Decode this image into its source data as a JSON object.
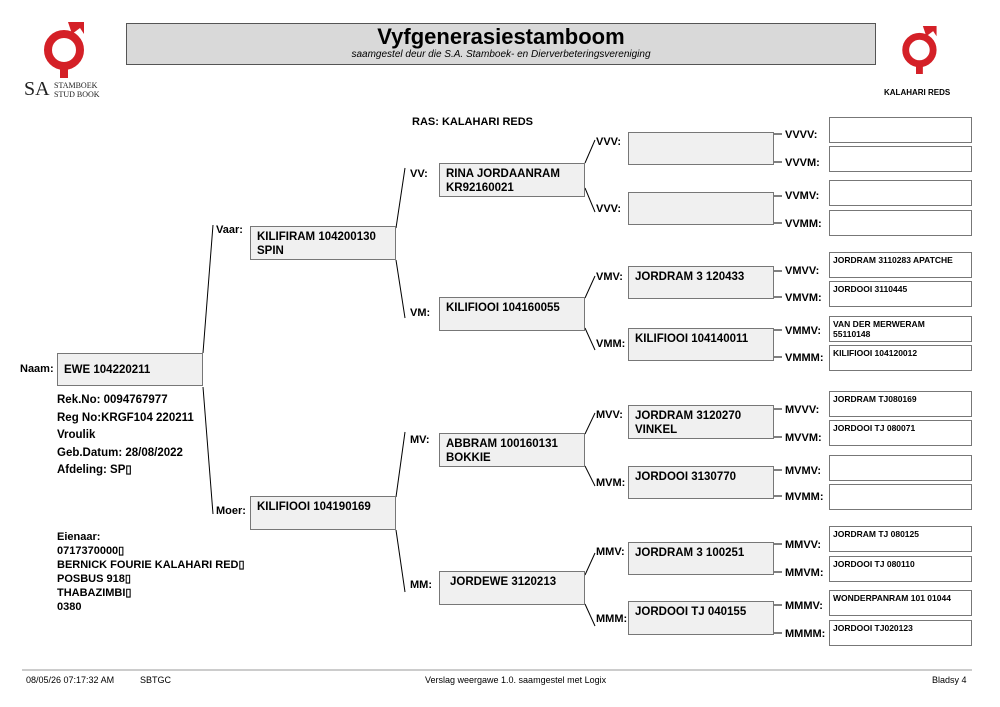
{
  "header": {
    "title": "Vyfgenerasiestamboom",
    "subtitle": "saamgestel deur die S.A. Stamboek- en Dierverbeteringsvereniging",
    "left_logo_text_sa": "SA",
    "left_logo_text_1": "STAMBOEK",
    "left_logo_text_2": "STUD BOOK",
    "right_logo_text": "KALAHARI REDS",
    "logo_color": "#d42027"
  },
  "breed": "RAS: KALAHARI REDS",
  "animal": {
    "label": "Naam:",
    "name": "EWE 104220211",
    "rek_no": "Rek.No: 0094767977",
    "reg_no": "Reg No:KRGF104 220211",
    "sex": "Vroulik",
    "birth_date": "Geb.Datum: 28/08/2022",
    "department": "Afdeling: SP▯"
  },
  "owner": {
    "heading": "Eienaar:",
    "phone": "0717370000▯",
    "name": "BERNICK FOURIE KALAHARI RED▯",
    "postal": "POSBUS 918▯",
    "town": "THABAZIMBI▯",
    "code": "0380"
  },
  "gen1": {
    "vaar": {
      "label": "Vaar:",
      "text": "KILIFIRAM 104200130\nSPIN"
    },
    "moer": {
      "label": "Moer:",
      "text": "KILIFIOOI 104190169"
    }
  },
  "gen2": {
    "vv": {
      "label": "VV:",
      "text": "RINA JORDAANRAM\nKR92160021"
    },
    "vm": {
      "label": "VM:",
      "text": "KILIFIOOI 104160055"
    },
    "mv": {
      "label": "MV:",
      "text": "ABBRAM 100160131\nBOKKIE"
    },
    "mm": {
      "label": "MM:",
      "text": "JORDEWE 3120213"
    }
  },
  "gen3": {
    "vvv1": {
      "label": "VVV:",
      "text": ""
    },
    "vvv2": {
      "label": "VVV:",
      "text": ""
    },
    "vmv": {
      "label": "VMV:",
      "text": "JORDRAM 3 120433"
    },
    "vmm": {
      "label": "VMM:",
      "text": "KILIFIOOI 104140011"
    },
    "mvv": {
      "label": "MVV:",
      "text": "JORDRAM 3120270\nVINKEL"
    },
    "mvm": {
      "label": "MVM:",
      "text": "JORDOOI 3130770"
    },
    "mmv": {
      "label": "MMV:",
      "text": "JORDRAM 3 100251"
    },
    "mmm": {
      "label": "MMM:",
      "text": "JORDOOI TJ 040155"
    }
  },
  "gen4": {
    "vvvv": {
      "label": "VVVV:",
      "text": ""
    },
    "vvvm": {
      "label": "VVVM:",
      "text": ""
    },
    "vvmv": {
      "label": "VVMV:",
      "text": ""
    },
    "vvmm": {
      "label": "VVMM:",
      "text": ""
    },
    "vmvv": {
      "label": "VMVV:",
      "text": "JORDRAM 3110283 APATCHE"
    },
    "vmvm": {
      "label": "VMVM:",
      "text": "JORDOOI 3110445"
    },
    "vmmv": {
      "label": "VMMV:",
      "text": "VAN DER MERWERAM\n55110148"
    },
    "vmmm": {
      "label": "VMMM:",
      "text": "KILIFIOOI 104120012"
    },
    "mvvv": {
      "label": "MVVV:",
      "text": "JORDRAM TJ080169"
    },
    "mvvm": {
      "label": "MVVM:",
      "text": "JORDOOI TJ 080071"
    },
    "mvmv": {
      "label": "MVMV:",
      "text": ""
    },
    "mvmm": {
      "label": "MVMM:",
      "text": ""
    },
    "mmvv": {
      "label": "MMVV:",
      "text": "JORDRAM TJ 080125"
    },
    "mmvm": {
      "label": "MMVM:",
      "text": "JORDOOI TJ 080110"
    },
    "mmmv": {
      "label": "MMMV:",
      "text": "WONDERPANRAM 101 01044"
    },
    "mmmm": {
      "label": "MMMM:",
      "text": "JORDOOI TJ020123"
    }
  },
  "footer": {
    "datetime": "08/05/26 07:17:32 AM",
    "code": "SBTGC",
    "version": "Verslag weergawe 1.0. saamgestel met Logix",
    "page": "Bladsy 4"
  }
}
